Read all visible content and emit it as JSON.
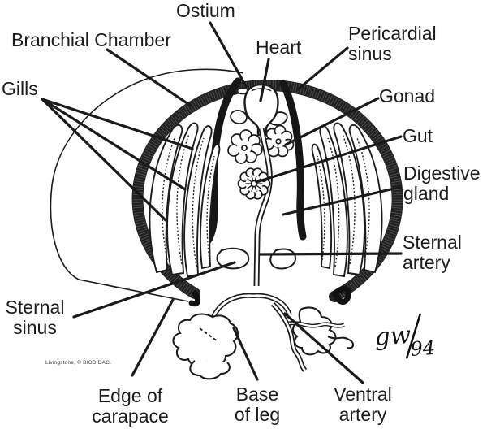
{
  "labels": {
    "ostium": {
      "text": "Ostium"
    },
    "branchial_chamber": {
      "text": "Branchial Chamber"
    },
    "heart": {
      "text": "Heart"
    },
    "pericardial_sinus": {
      "line1": "Pericardial",
      "line2": "sinus"
    },
    "gills": {
      "text": "Gills"
    },
    "gonad": {
      "text": "Gonad"
    },
    "gut": {
      "text": "Gut"
    },
    "digestive_gland": {
      "line1": "Digestive",
      "line2": "gland"
    },
    "sternal_artery": {
      "line1": "Sternal",
      "line2": "artery"
    },
    "sternal_sinus": {
      "line1": "Sternal",
      "line2": "sinus"
    },
    "edge_of_carapace": {
      "line1": "Edge of",
      "line2": "carapace"
    },
    "base_of_leg": {
      "line1": "Base",
      "line2": "of leg"
    },
    "ventral_artery": {
      "line1": "Ventral",
      "line2": "artery"
    }
  },
  "signature": {
    "initials": "gw",
    "year": "94",
    "full": "gw/94"
  },
  "credit": "Livingstone, © BIODIDAC.",
  "colors": {
    "ink": "#1c1c1c",
    "background": "#ffffff"
  }
}
